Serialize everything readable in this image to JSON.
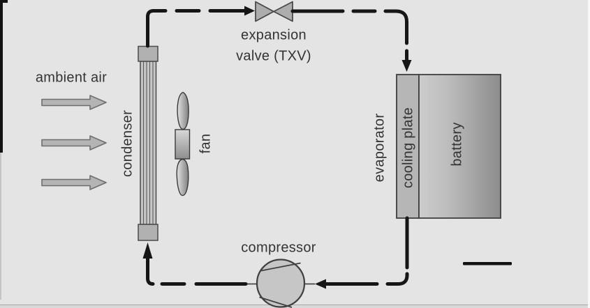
{
  "figure": {
    "kind": "battery thermal management refrigeration cycle schematic",
    "labels": {
      "ambient_air": "ambient air",
      "condenser": "condenser",
      "fan": "fan",
      "expansion_valve_line1": "expansion",
      "expansion_valve_line2": "valve (TXV)",
      "evaporator": "evaporator",
      "cooling_plate": "cooling plate",
      "battery": "battery",
      "compressor": "compressor"
    },
    "colors": {
      "background": "#e4e4e4",
      "pipe_line": "#161616",
      "component_stroke": "#424242",
      "condenser_header_fill": "#b1b1b1",
      "condenser_tube_fill": "#c7c7c7",
      "valve_fill": "#adadad",
      "air_arrow_fill": "#b4b4b4",
      "air_arrow_stroke": "#6e6e6e",
      "cooling_plate_fill": "#b6b6b6",
      "battery_gradient_start": "#cccccc",
      "battery_gradient_end": "#8c8c8c",
      "compressor_fill": "#c6c6c6",
      "text": "#333333"
    }
  }
}
